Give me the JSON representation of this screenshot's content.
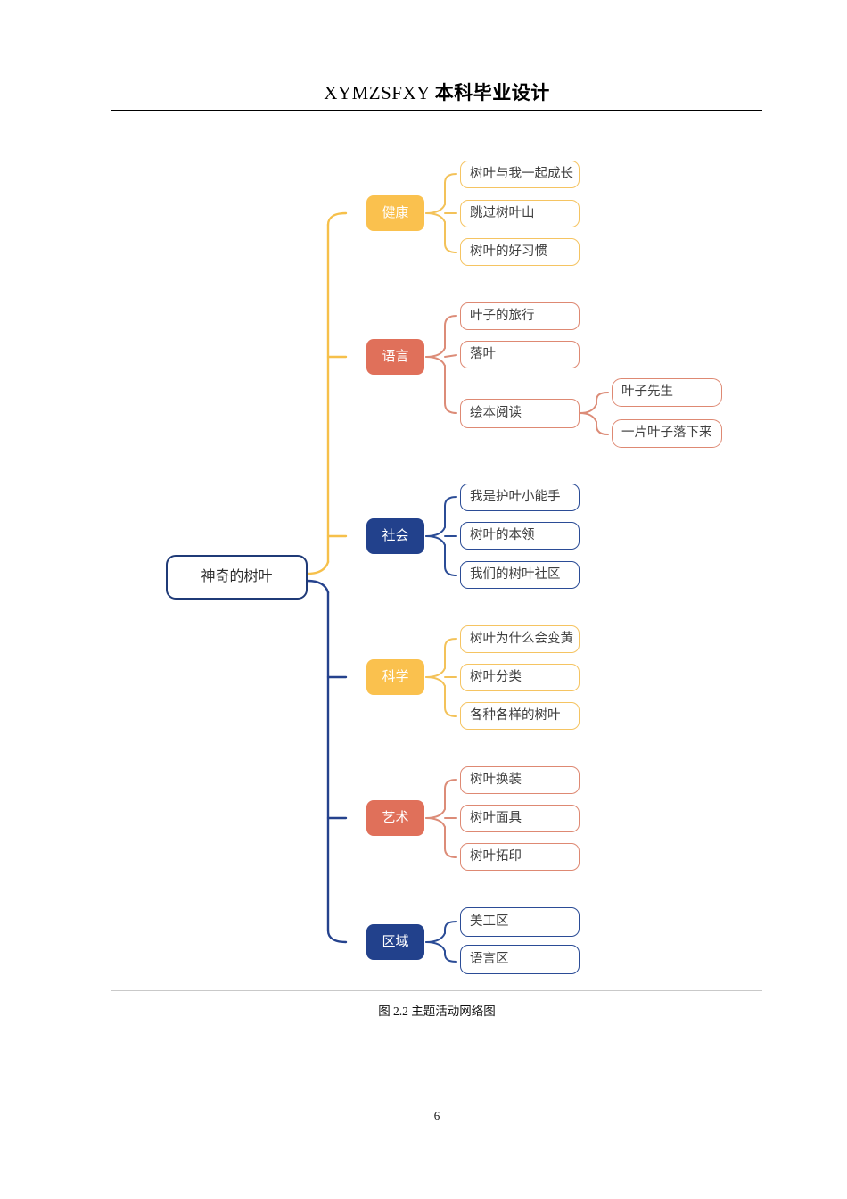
{
  "header": {
    "title_latin": "XYMZSFXY ",
    "title_cjk": "本科毕业设计"
  },
  "figure": {
    "caption": "图 2.2  主题活动网络图",
    "page_number": "6"
  },
  "colors": {
    "amber": "#FAC14E",
    "amber_border": "#F5C462",
    "salmon": "#E0705A",
    "salmon_border": "#DE8973",
    "navy": "#22418C",
    "navy_border": "#2B4C96",
    "root_border": "#1F3A77",
    "leaf_text": "#404040",
    "rule": "#000000",
    "caption_rule": "#C9C9C9"
  },
  "mindmap": {
    "type": "mindmap",
    "root": {
      "label": "神奇的树叶",
      "color": "#1F3A77"
    },
    "trunks": [
      {
        "name": "upper-trunk",
        "color": "#FAC14E",
        "branches": [
          "健康",
          "语言",
          "社会"
        ]
      },
      {
        "name": "lower-trunk",
        "color": "#22418C",
        "branches": [
          "科学",
          "艺术",
          "区域"
        ]
      }
    ],
    "branches": [
      {
        "label": "健康",
        "theme": "amber",
        "children": [
          {
            "label": "树叶与我一起成长",
            "children": []
          },
          {
            "label": "跳过树叶山",
            "children": []
          },
          {
            "label": "树叶的好习惯",
            "children": []
          }
        ]
      },
      {
        "label": "语言",
        "theme": "salmon",
        "children": [
          {
            "label": "叶子的旅行",
            "children": []
          },
          {
            "label": "落叶",
            "children": []
          },
          {
            "label": "绘本阅读",
            "children": [
              {
                "label": "叶子先生"
              },
              {
                "label": "一片叶子落下来"
              }
            ]
          }
        ]
      },
      {
        "label": "社会",
        "theme": "navy",
        "children": [
          {
            "label": "我是护叶小能手",
            "children": []
          },
          {
            "label": "树叶的本领",
            "children": []
          },
          {
            "label": "我们的树叶社区",
            "children": []
          }
        ]
      },
      {
        "label": "科学",
        "theme": "amber",
        "children": [
          {
            "label": "树叶为什么会变黄",
            "children": []
          },
          {
            "label": "树叶分类",
            "children": []
          },
          {
            "label": "各种各样的树叶",
            "children": []
          }
        ]
      },
      {
        "label": "艺术",
        "theme": "salmon",
        "children": [
          {
            "label": "树叶换装",
            "children": []
          },
          {
            "label": "树叶面具",
            "children": []
          },
          {
            "label": "树叶拓印",
            "children": []
          }
        ]
      },
      {
        "label": "区域",
        "theme": "navy",
        "children": [
          {
            "label": "美工区",
            "children": []
          },
          {
            "label": "语言区",
            "children": []
          }
        ]
      }
    ]
  }
}
